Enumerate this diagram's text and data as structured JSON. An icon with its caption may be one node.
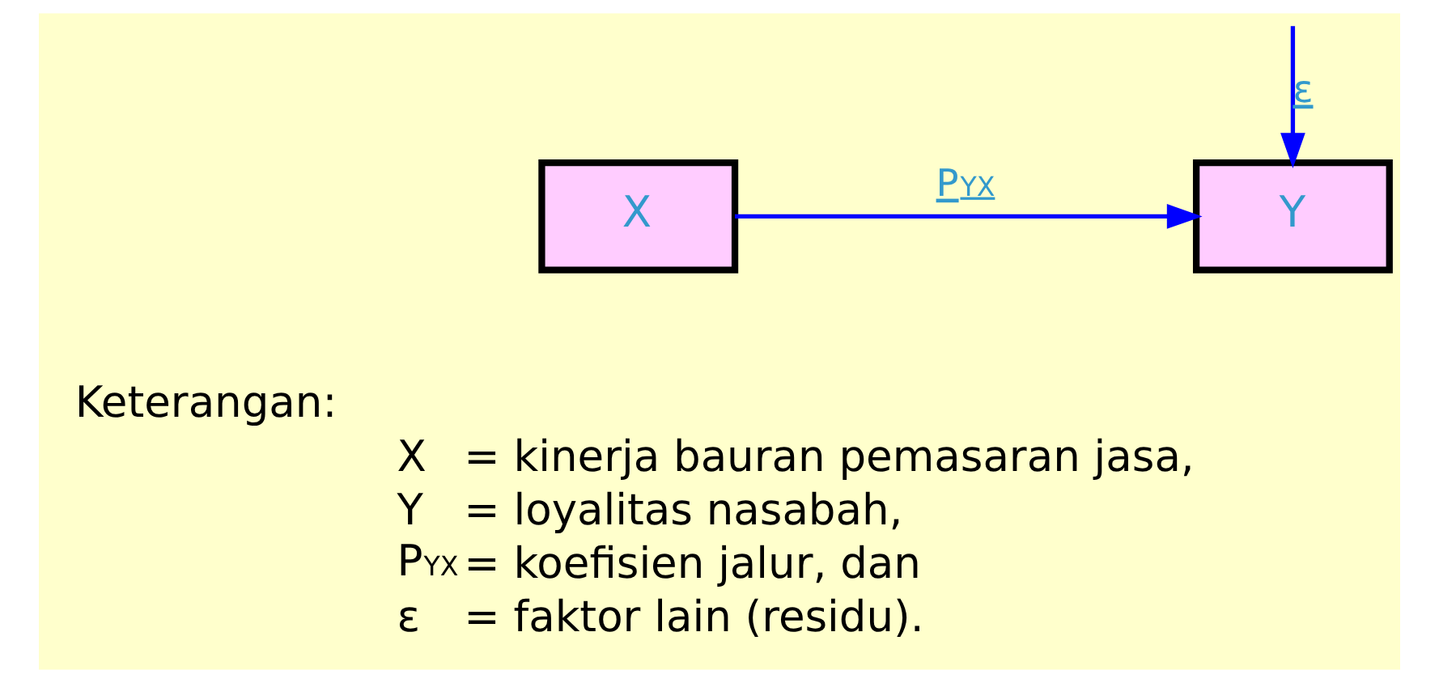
{
  "diagram": {
    "nodes": [
      {
        "text": [
          "X"
        ]
      },
      {
        "text": [
          "Y"
        ]
      }
    ],
    "edges": [
      {
        "from": 0,
        "to": 1,
        "arrow": "to",
        "label": "P$_{YX}$"
      },
      {
        "from": null,
        "to": 1,
        "arrow": "to",
        "label": "ε"
      }
    ],
    "labels": [
      "Keterangan:",
      "X",
      "= kinerja bauran pemasaran jasa,",
      "Y",
      "= loyalitas nasabah,",
      "P$_{YX}$",
      "= koefisien jalur, dan",
      "ε",
      "= faktor lain (residu)."
    ]
  }
}
